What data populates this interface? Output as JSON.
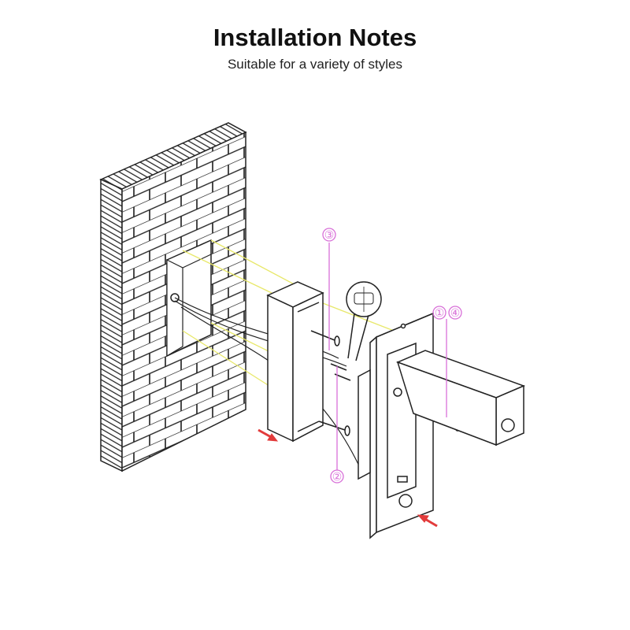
{
  "header": {
    "title": "Installation Notes",
    "subtitle": "Suitable for a variety of styles"
  },
  "diagram": {
    "markers": [
      "③",
      "②",
      "①",
      "④"
    ],
    "colors": {
      "marker": "#d86fd8",
      "guide_line": "#e8e86a",
      "arrow": "#e23b3b",
      "line": "#222222"
    }
  }
}
